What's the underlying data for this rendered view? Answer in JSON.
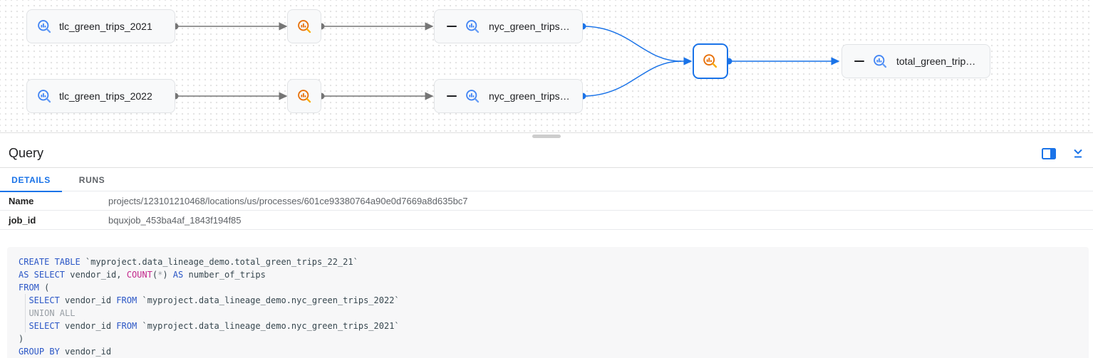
{
  "colors": {
    "accent_blue": "#1a73e8",
    "table_icon_blue": "#4285f4",
    "process_icon_orange": "#e8710a",
    "edge_gray": "#757575",
    "node_bg": "#f8f9fa",
    "code_bg": "#f7f7f8"
  },
  "graph": {
    "nodes": [
      {
        "label": "tlc_green_trips_2021"
      },
      {
        "label": "tlc_green_trips_2022"
      },
      {
        "label": "nyc_green_trips…"
      },
      {
        "label": "nyc_green_trips…"
      },
      {
        "label": "total_green_trip…"
      }
    ]
  },
  "panel": {
    "title": "Query",
    "tabs": [
      {
        "label": "DETAILS",
        "active": true
      },
      {
        "label": "RUNS",
        "active": false
      }
    ],
    "details": [
      {
        "label": "Name",
        "value": "projects/123101210468/locations/us/processes/601ce93380764a90e0d7669a8d635bc7"
      },
      {
        "label": "job_id",
        "value": "bquxjob_453ba4af_1843f194f85"
      }
    ]
  },
  "sql": {
    "token_colors": {
      "kw": "#2a56c6",
      "fn": "#c3278c",
      "mut": "#9aa0a6",
      "pl": "#37474f"
    },
    "lines": [
      [
        {
          "c": "kw",
          "t": "CREATE TABLE "
        },
        {
          "c": "pl",
          "t": "`myproject.data_lineage_demo.total_green_trips_22_21`"
        }
      ],
      [
        {
          "c": "kw",
          "t": "AS SELECT "
        },
        {
          "c": "pl",
          "t": "vendor_id, "
        },
        {
          "c": "fn",
          "t": "COUNT"
        },
        {
          "c": "pl",
          "t": "("
        },
        {
          "c": "mut",
          "t": "*"
        },
        {
          "c": "pl",
          "t": ") "
        },
        {
          "c": "kw",
          "t": "AS "
        },
        {
          "c": "pl",
          "t": "number_of_trips"
        }
      ],
      [
        {
          "c": "kw",
          "t": "FROM "
        },
        {
          "c": "pl",
          "t": "("
        }
      ],
      [
        {
          "c": "pl",
          "t": "  "
        },
        {
          "c": "kw",
          "t": "SELECT "
        },
        {
          "c": "pl",
          "t": "vendor_id "
        },
        {
          "c": "kw",
          "t": "FROM "
        },
        {
          "c": "pl",
          "t": "`myproject.data_lineage_demo.nyc_green_trips_2022`"
        }
      ],
      [
        {
          "c": "mut",
          "t": "  UNION ALL"
        }
      ],
      [
        {
          "c": "pl",
          "t": "  "
        },
        {
          "c": "kw",
          "t": "SELECT "
        },
        {
          "c": "pl",
          "t": "vendor_id "
        },
        {
          "c": "kw",
          "t": "FROM "
        },
        {
          "c": "pl",
          "t": "`myproject.data_lineage_demo.nyc_green_trips_2021`"
        }
      ],
      [
        {
          "c": "pl",
          "t": ")"
        }
      ],
      [
        {
          "c": "kw",
          "t": "GROUP BY "
        },
        {
          "c": "pl",
          "t": "vendor_id"
        }
      ]
    ]
  }
}
